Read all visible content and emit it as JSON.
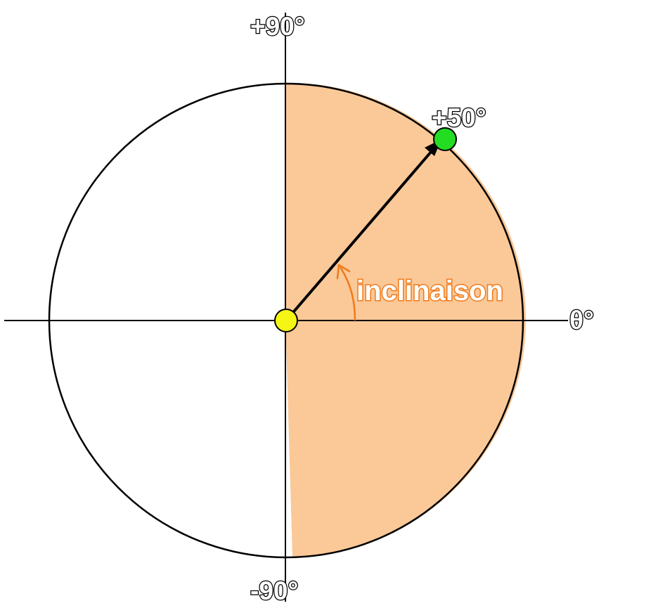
{
  "diagram": {
    "labels": {
      "top": "+90°",
      "bottom": "-90°",
      "point": "+50°",
      "angle": "inclinaison",
      "axis": "θ°"
    },
    "inclination_deg": 50,
    "colors": {
      "background": "#ffffff",
      "line": "#000000",
      "sector_fill": "#fbc898",
      "origin_marker": "#f5f516",
      "point_marker": "#22dd22",
      "annotation": "#f07a1a"
    }
  }
}
